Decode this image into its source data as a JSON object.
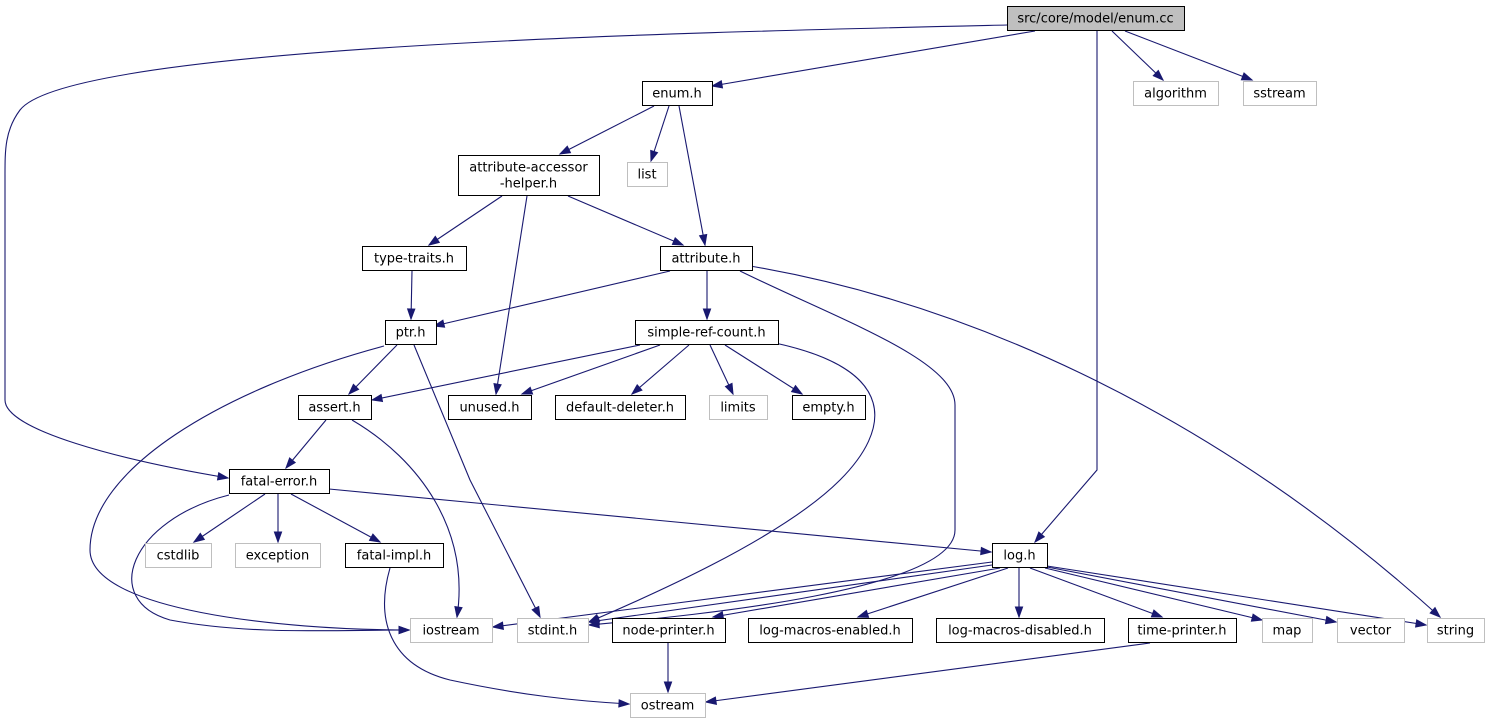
{
  "graph": {
    "nodes": [
      {
        "id": "enum_cc",
        "lines": [
          "src/core/model/enum.cc"
        ],
        "kind": "root"
      },
      {
        "id": "enum_h",
        "lines": [
          "enum.h"
        ],
        "kind": "local"
      },
      {
        "id": "algorithm",
        "lines": [
          "algorithm"
        ],
        "kind": "system"
      },
      {
        "id": "sstream",
        "lines": [
          "sstream"
        ],
        "kind": "system"
      },
      {
        "id": "attr_acc",
        "lines": [
          "attribute-accessor",
          "-helper.h"
        ],
        "kind": "local"
      },
      {
        "id": "list",
        "lines": [
          "list"
        ],
        "kind": "system"
      },
      {
        "id": "type_traits",
        "lines": [
          "type-traits.h"
        ],
        "kind": "local"
      },
      {
        "id": "attribute_h",
        "lines": [
          "attribute.h"
        ],
        "kind": "local"
      },
      {
        "id": "ptr_h",
        "lines": [
          "ptr.h"
        ],
        "kind": "local"
      },
      {
        "id": "simple_ref",
        "lines": [
          "simple-ref-count.h"
        ],
        "kind": "local"
      },
      {
        "id": "assert_h",
        "lines": [
          "assert.h"
        ],
        "kind": "local"
      },
      {
        "id": "unused_h",
        "lines": [
          "unused.h"
        ],
        "kind": "local"
      },
      {
        "id": "default_deleter",
        "lines": [
          "default-deleter.h"
        ],
        "kind": "local"
      },
      {
        "id": "limits",
        "lines": [
          "limits"
        ],
        "kind": "system"
      },
      {
        "id": "empty_h",
        "lines": [
          "empty.h"
        ],
        "kind": "local"
      },
      {
        "id": "fatal_error",
        "lines": [
          "fatal-error.h"
        ],
        "kind": "local"
      },
      {
        "id": "cstdlib",
        "lines": [
          "cstdlib"
        ],
        "kind": "system"
      },
      {
        "id": "exception",
        "lines": [
          "exception"
        ],
        "kind": "system"
      },
      {
        "id": "fatal_impl",
        "lines": [
          "fatal-impl.h"
        ],
        "kind": "local"
      },
      {
        "id": "log_h",
        "lines": [
          "log.h"
        ],
        "kind": "local"
      },
      {
        "id": "iostream",
        "lines": [
          "iostream"
        ],
        "kind": "system"
      },
      {
        "id": "stdint",
        "lines": [
          "stdint.h"
        ],
        "kind": "system"
      },
      {
        "id": "node_printer",
        "lines": [
          "node-printer.h"
        ],
        "kind": "local"
      },
      {
        "id": "log_macros_en",
        "lines": [
          "log-macros-enabled.h"
        ],
        "kind": "local"
      },
      {
        "id": "log_macros_dis",
        "lines": [
          "log-macros-disabled.h"
        ],
        "kind": "local"
      },
      {
        "id": "time_printer",
        "lines": [
          "time-printer.h"
        ],
        "kind": "local"
      },
      {
        "id": "map",
        "lines": [
          "map"
        ],
        "kind": "system"
      },
      {
        "id": "vector",
        "lines": [
          "vector"
        ],
        "kind": "system"
      },
      {
        "id": "string",
        "lines": [
          "string"
        ],
        "kind": "system"
      },
      {
        "id": "ostream",
        "lines": [
          "ostream"
        ],
        "kind": "system"
      }
    ],
    "edges": [
      {
        "from": "enum_cc",
        "to": "enum_h"
      },
      {
        "from": "enum_cc",
        "to": "algorithm"
      },
      {
        "from": "enum_cc",
        "to": "sstream"
      },
      {
        "from": "enum_cc",
        "to": "fatal_error"
      },
      {
        "from": "enum_cc",
        "to": "log_h"
      },
      {
        "from": "enum_h",
        "to": "attr_acc"
      },
      {
        "from": "enum_h",
        "to": "list"
      },
      {
        "from": "enum_h",
        "to": "attribute_h"
      },
      {
        "from": "attr_acc",
        "to": "type_traits"
      },
      {
        "from": "attr_acc",
        "to": "attribute_h"
      },
      {
        "from": "attr_acc",
        "to": "unused_h"
      },
      {
        "from": "type_traits",
        "to": "ptr_h"
      },
      {
        "from": "attribute_h",
        "to": "ptr_h"
      },
      {
        "from": "attribute_h",
        "to": "simple_ref"
      },
      {
        "from": "attribute_h",
        "to": "stdint"
      },
      {
        "from": "attribute_h",
        "to": "string"
      },
      {
        "from": "ptr_h",
        "to": "assert_h"
      },
      {
        "from": "ptr_h",
        "to": "iostream"
      },
      {
        "from": "ptr_h",
        "to": "stdint"
      },
      {
        "from": "simple_ref",
        "to": "assert_h"
      },
      {
        "from": "simple_ref",
        "to": "unused_h"
      },
      {
        "from": "simple_ref",
        "to": "default_deleter"
      },
      {
        "from": "simple_ref",
        "to": "limits"
      },
      {
        "from": "simple_ref",
        "to": "empty_h"
      },
      {
        "from": "simple_ref",
        "to": "stdint"
      },
      {
        "from": "assert_h",
        "to": "fatal_error"
      },
      {
        "from": "assert_h",
        "to": "iostream"
      },
      {
        "from": "fatal_error",
        "to": "iostream"
      },
      {
        "from": "fatal_error",
        "to": "cstdlib"
      },
      {
        "from": "fatal_error",
        "to": "exception"
      },
      {
        "from": "fatal_error",
        "to": "fatal_impl"
      },
      {
        "from": "fatal_error",
        "to": "log_h"
      },
      {
        "from": "fatal_impl",
        "to": "ostream"
      },
      {
        "from": "log_h",
        "to": "iostream"
      },
      {
        "from": "log_h",
        "to": "stdint"
      },
      {
        "from": "log_h",
        "to": "node_printer"
      },
      {
        "from": "log_h",
        "to": "log_macros_en"
      },
      {
        "from": "log_h",
        "to": "log_macros_dis"
      },
      {
        "from": "log_h",
        "to": "time_printer"
      },
      {
        "from": "log_h",
        "to": "map"
      },
      {
        "from": "log_h",
        "to": "vector"
      },
      {
        "from": "log_h",
        "to": "string"
      },
      {
        "from": "node_printer",
        "to": "ostream"
      },
      {
        "from": "time_printer",
        "to": "ostream"
      }
    ]
  },
  "colors": {
    "edge": "#191970",
    "root_fill": "#bfbfbf",
    "local_border": "#000000",
    "system_border": "#bfbfbf"
  }
}
